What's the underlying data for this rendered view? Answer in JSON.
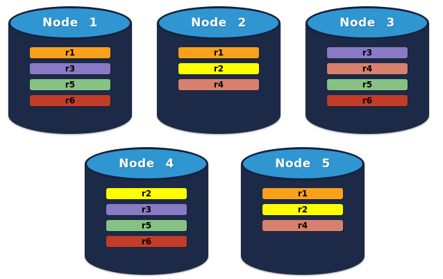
{
  "diagram": {
    "type": "database-replica-distribution",
    "colors": {
      "background": "#ffffff",
      "cylinder_body": "#1D2A47",
      "cylinder_top": "#2F96D2",
      "cylinder_border": "#16213C",
      "node_title_text": "#ffffff",
      "bar_text": "#000000"
    },
    "replica_colors": {
      "r1": "#F9A11B",
      "r2": "#FDFF00",
      "r3": "#8A7AC6",
      "r4": "#D8806E",
      "r5": "#85C284",
      "r6": "#C23C27"
    },
    "nodes": [
      {
        "label": "Node 1",
        "replicas": [
          "r1",
          "r3",
          "r5",
          "r6"
        ]
      },
      {
        "label": "Node 2",
        "replicas": [
          "r1",
          "r2",
          "r4"
        ]
      },
      {
        "label": "Node 3",
        "replicas": [
          "r3",
          "r4",
          "r5",
          "r6"
        ]
      },
      {
        "label": "Node 4",
        "replicas": [
          "r2",
          "r3",
          "r5",
          "r6"
        ]
      },
      {
        "label": "Node 5",
        "replicas": [
          "r1",
          "r2",
          "r4"
        ]
      }
    ]
  }
}
